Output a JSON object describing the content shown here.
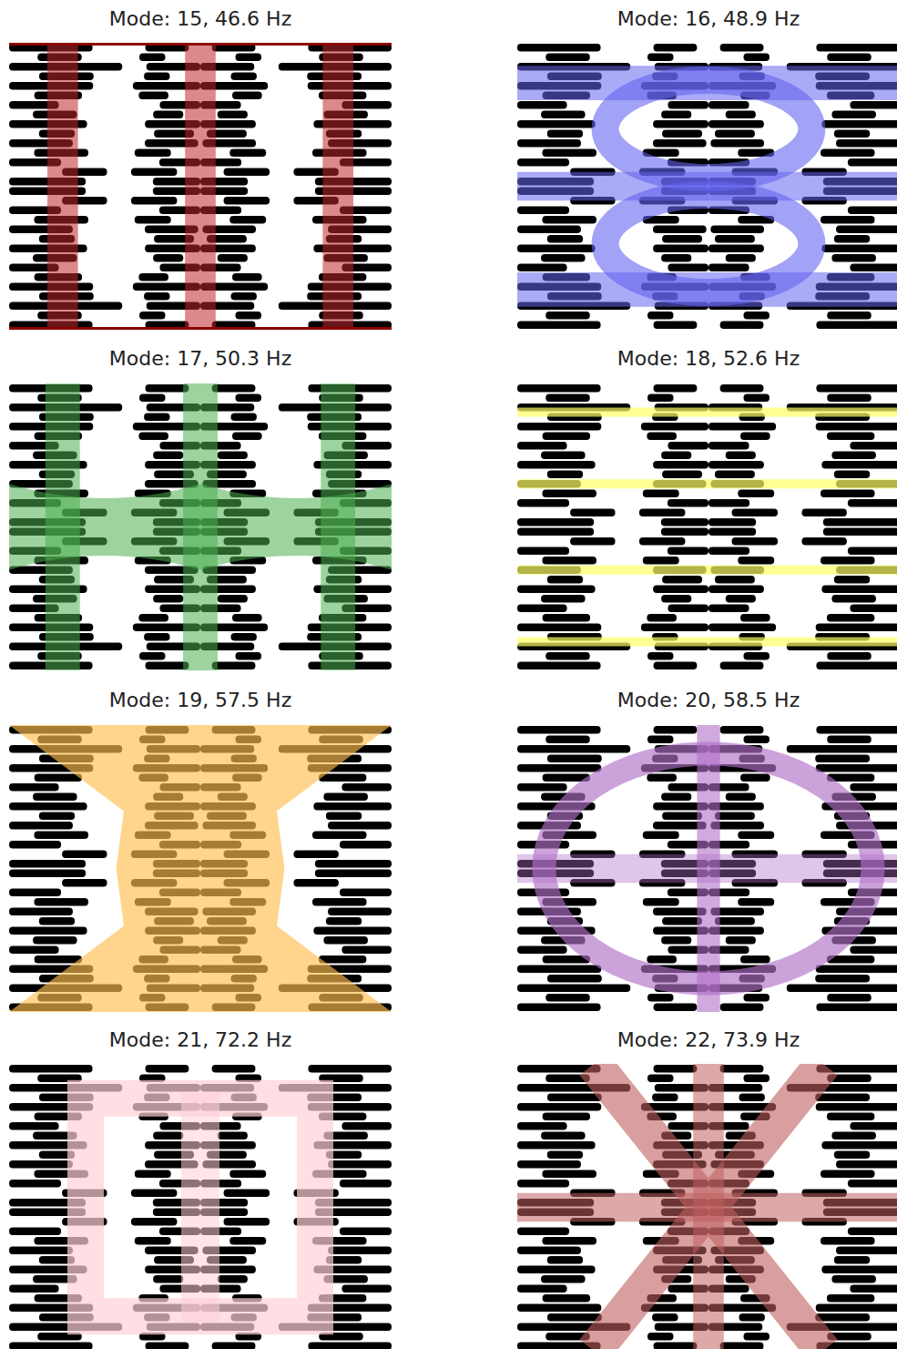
{
  "diagram": {
    "labels": [
      "Mode: 15, 46.6 Hz",
      "Mode: 16, 48.9 Hz",
      "Mode: 17, 50.3 Hz",
      "Mode: 18, 52.6 Hz",
      "Mode: 19, 57.5 Hz",
      "Mode: 20, 58.5 Hz",
      "Mode: 21, 72.2 Hz",
      "Mode: 22, 73.9 Hz"
    ]
  }
}
